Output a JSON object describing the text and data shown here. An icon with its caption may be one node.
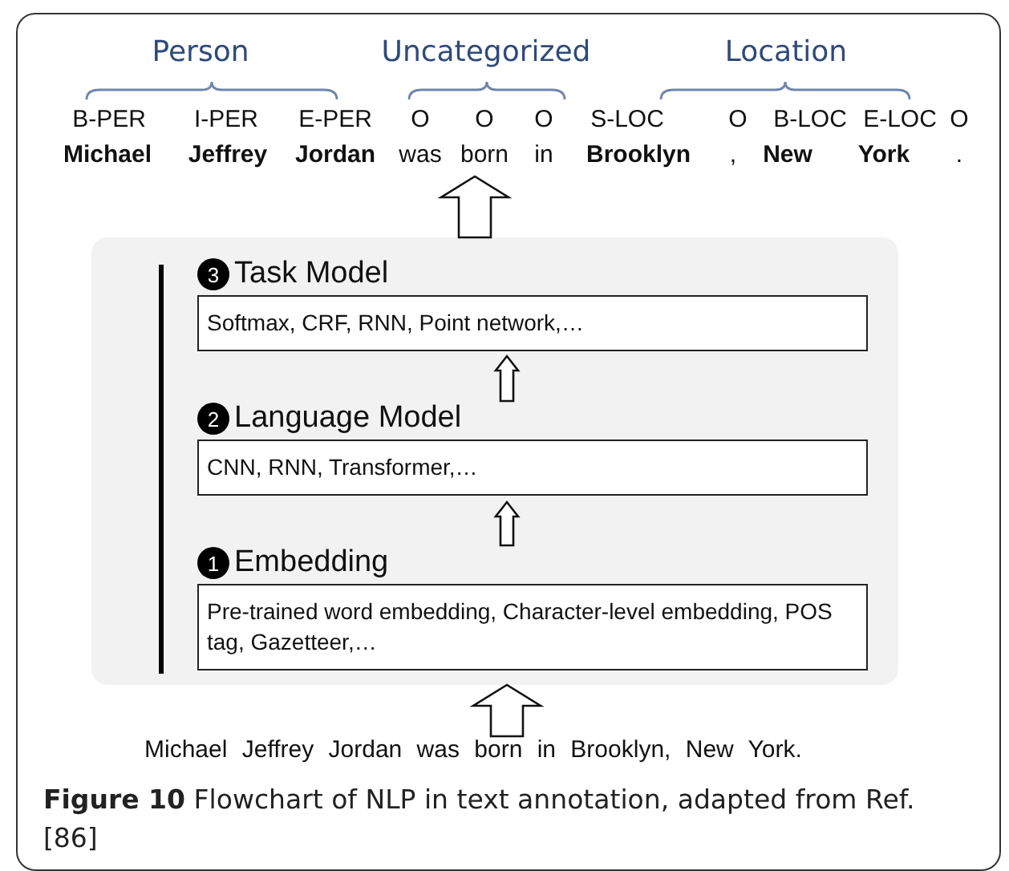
{
  "diagram": {
    "caption": "**Figure 10** Flowchart of NLP in text annotation, adapted from Ref. [86]",
    "nodes": [
      {
        "text": [
          "**Michael**",
          "**Jeffrey**",
          "**Jordan**",
          "was",
          "born",
          "in",
          "**Brooklyn**",
          ",",
          "**New**",
          "**York**",
          "."
        ]
      },
      {
        "text": [],
        "shape": "box"
      },
      {
        "text": [
          "3",
          "Task Model",
          "Softmax, CRF, RNN, Point network,…"
        ],
        "in": 1
      },
      {
        "text": [
          "2",
          "Language Model",
          "CNN, RNN, Transformer,…"
        ],
        "in": 1
      },
      {
        "text": [
          "1",
          "Embedding",
          "Pre-trained word embedding, Character-level embedding, POS tag, Gazetteer,…"
        ],
        "in": 1
      },
      {
        "text": [
          "Michael Jeffrey Jordan was born in Brooklyn, New York."
        ]
      }
    ],
    "edges": [
      {
        "from": 1,
        "to": 0,
        "arrow": "to"
      },
      {
        "from": 3,
        "to": 2,
        "arrow": "to"
      },
      {
        "from": 4,
        "to": 3,
        "arrow": "to"
      },
      {
        "from": 5,
        "to": 1,
        "arrow": "to"
      }
    ],
    "labels": [
      "Person",
      "Uncategorized",
      "Location",
      "B-PER",
      "I-PER",
      "E-PER",
      "O",
      "O",
      "O",
      "S-LOC",
      "O",
      "B-LOC",
      "E-LOC",
      "O"
    ]
  }
}
